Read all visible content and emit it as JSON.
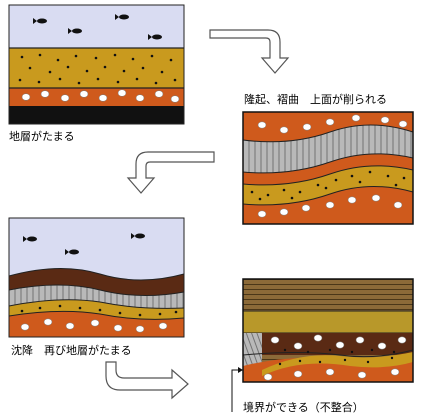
{
  "labels": {
    "step1": "地層がたまる",
    "step2": "隆起、褶曲　上面が削られる",
    "step3": "沈降　再び地層がたまる",
    "step4": "境界ができる（不整合）"
  },
  "colors": {
    "water": "#d9dcf2",
    "ochre": "#c99a1e",
    "orange": "#cf5a1c",
    "brown": "#5a2a14",
    "gray": "#b9b9b9",
    "bedrock": "#111111",
    "khaki": "#b8982a",
    "tan": "#8c6a38"
  }
}
